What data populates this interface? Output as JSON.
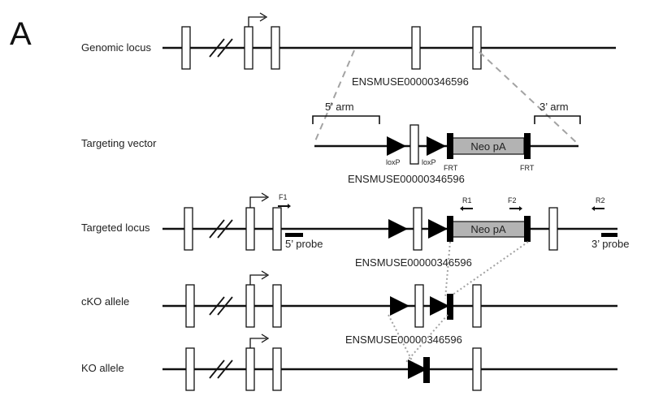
{
  "panel_label": "A",
  "rows": [
    {
      "id": "genomic",
      "label": "Genomic locus"
    },
    {
      "id": "vector",
      "label": "Targeting vector"
    },
    {
      "id": "targeted",
      "label": "Targeted locus"
    },
    {
      "id": "cko",
      "label": "cKO allele"
    },
    {
      "id": "ko",
      "label": "KO allele"
    }
  ],
  "exon_id_labels": [
    "ENSMUSE00000346596",
    "ENSMUSE00000346596",
    "ENSMUSE00000346596",
    "ENSMUSE00000346596"
  ],
  "arms": {
    "five_prime": "5’ arm",
    "three_prime": "3’ arm"
  },
  "vector_elements": {
    "loxp_left": "loxP",
    "loxp_right": "loxP",
    "frt_left": "FRT",
    "frt_right": "FRT",
    "cassette": "Neo pA"
  },
  "targeted_cassette": "Neo pA",
  "primers": {
    "f1": "F1",
    "r1": "R1",
    "f2": "F2",
    "r2": "R2"
  },
  "probes": {
    "five_prime": "5’ probe",
    "three_prime": "3’ probe"
  },
  "colors": {
    "line": "#111111",
    "connector": "#a3a3a3",
    "cassette": "#b3b3b3"
  }
}
